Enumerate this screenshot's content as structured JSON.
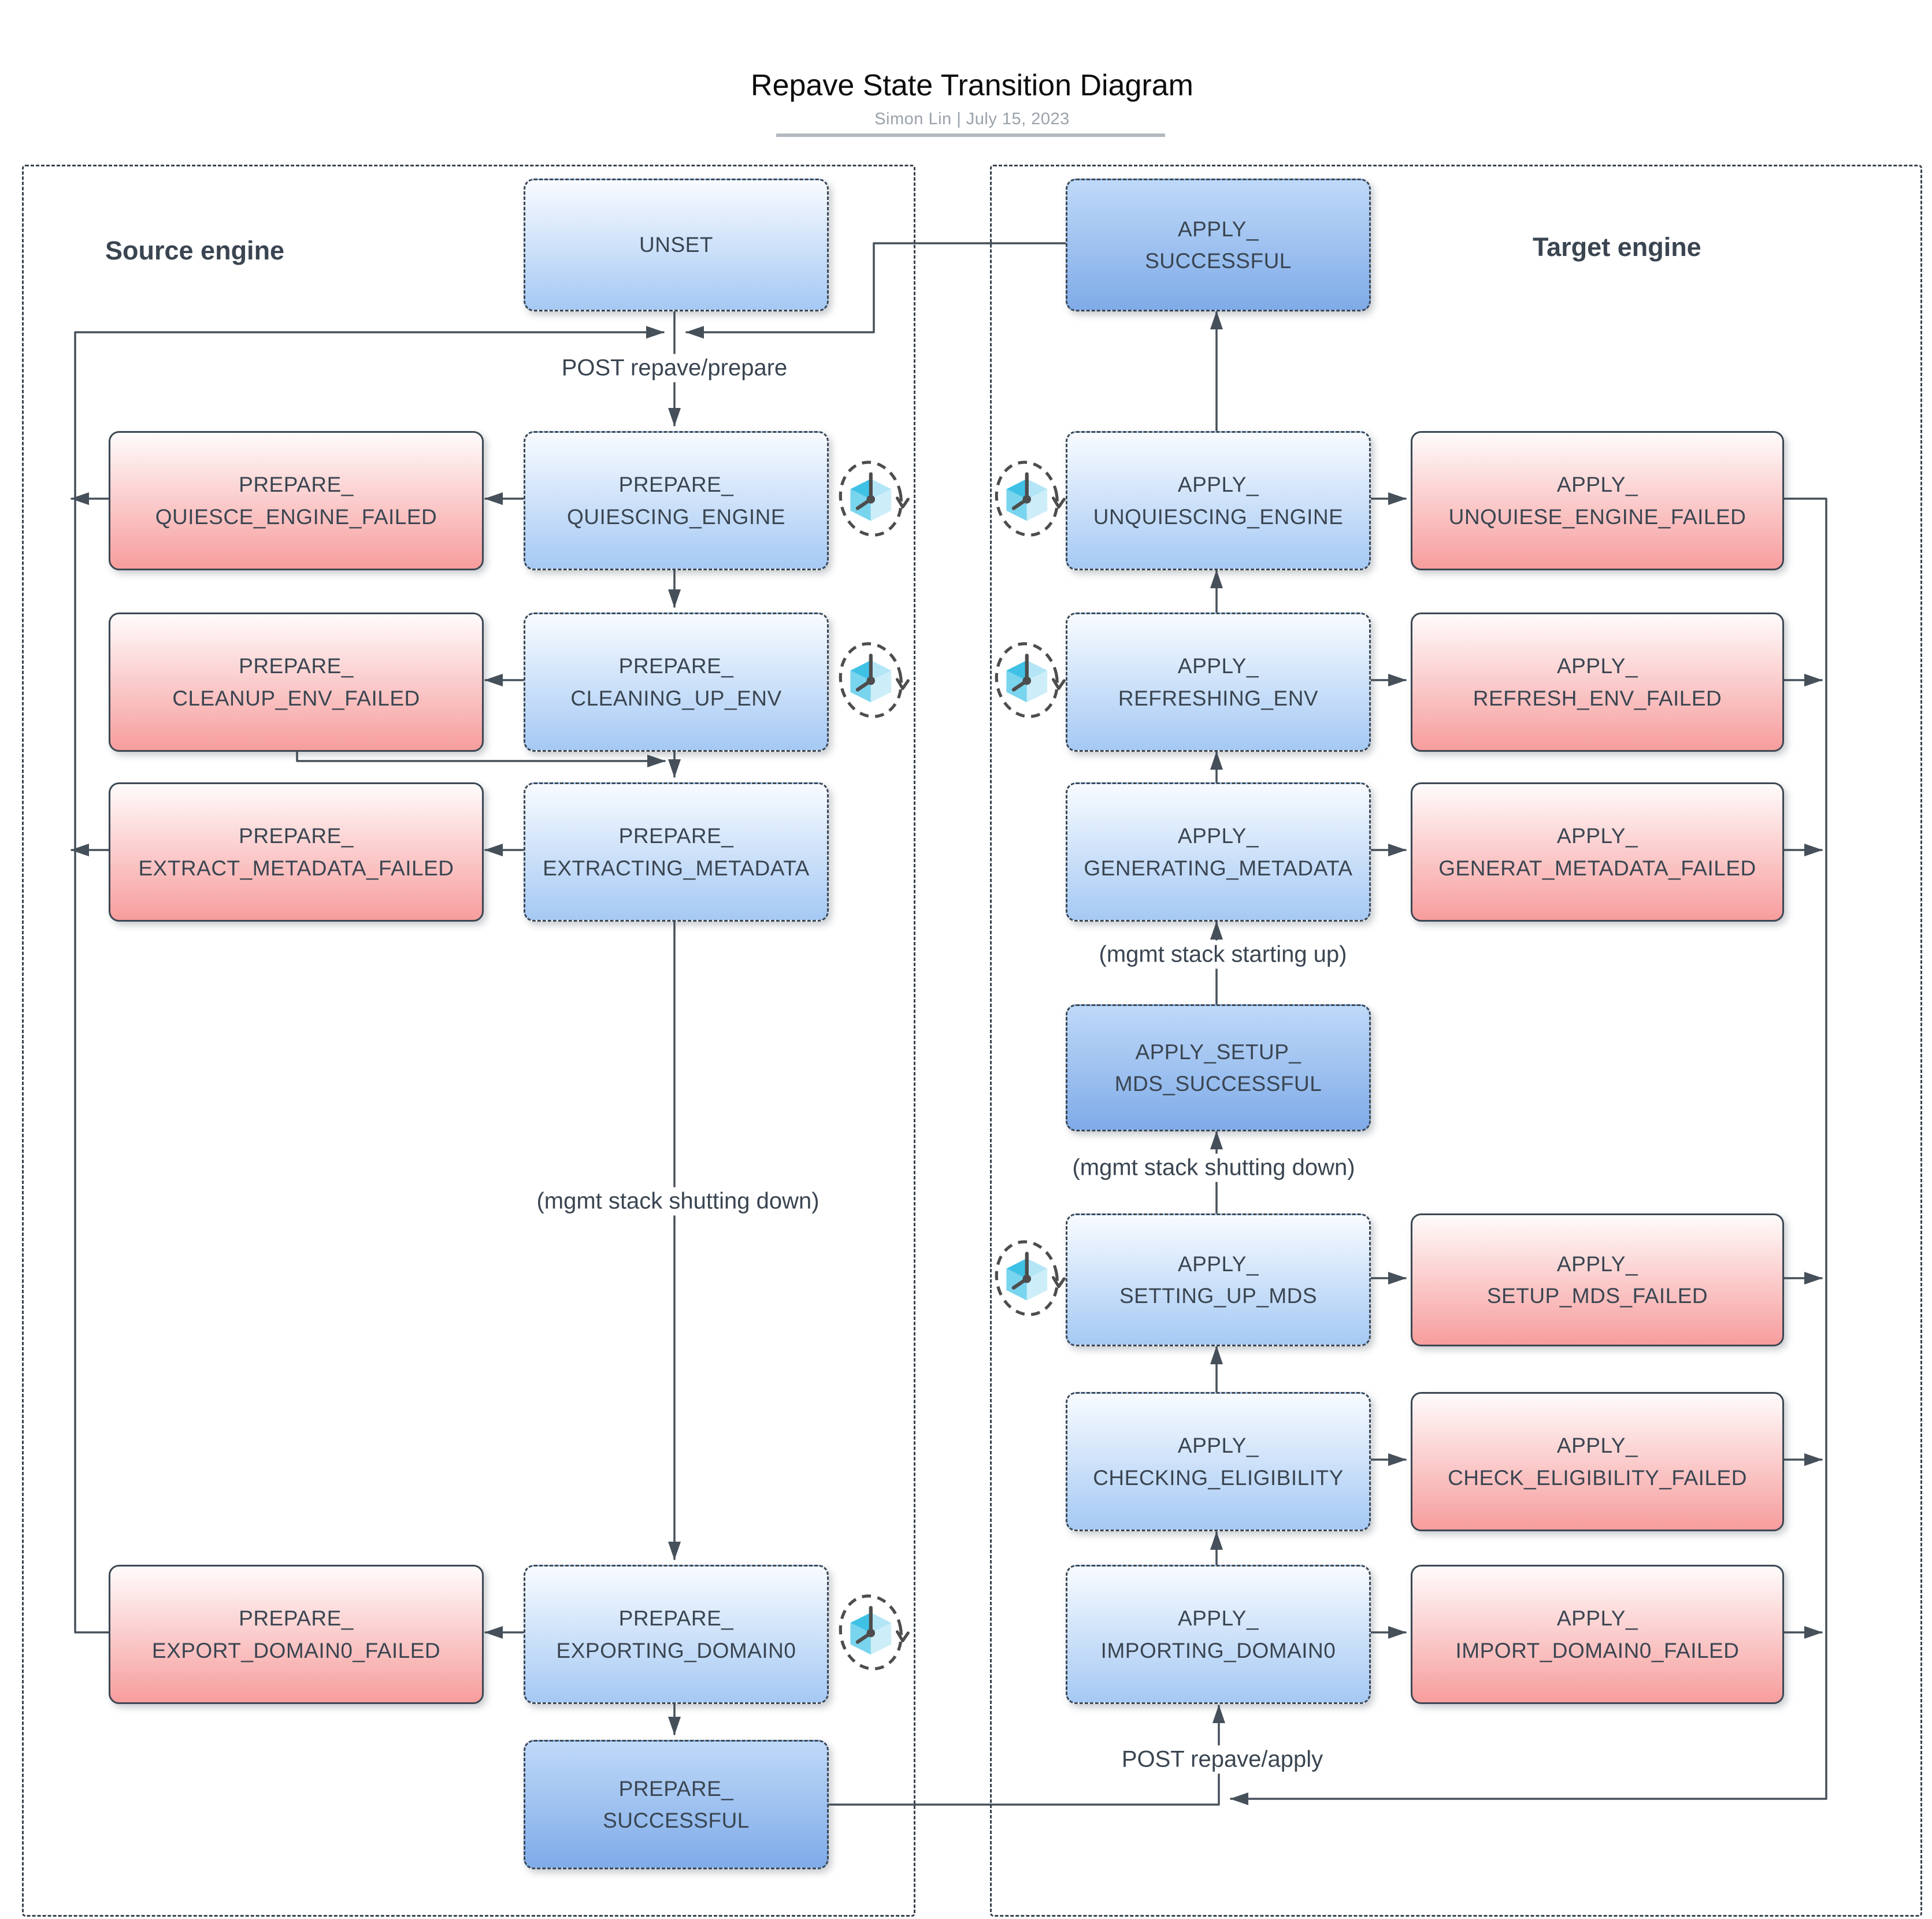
{
  "title": {
    "text": "Repave State Transition Diagram",
    "byline": "Simon Lin  |  July 15, 2023"
  },
  "panels": {
    "source": {
      "label": "Source engine"
    },
    "target": {
      "label": "Target engine"
    }
  },
  "nodes": {
    "unset": {
      "label": "UNSET"
    },
    "prepare_quiescing_engine": {
      "label": "PREPARE_\nQUIESCING_ENGINE"
    },
    "prepare_quiesce_engine_failed": {
      "label": "PREPARE_\nQUIESCE_ENGINE_FAILED"
    },
    "prepare_cleaning_up_env": {
      "label": "PREPARE_\nCLEANING_UP_ENV"
    },
    "prepare_cleanup_env_failed": {
      "label": "PREPARE_\nCLEANUP_ENV_FAILED"
    },
    "prepare_extracting_metadata": {
      "label": "PREPARE_\nEXTRACTING_METADATA"
    },
    "prepare_extract_metadata_failed": {
      "label": "PREPARE_\nEXTRACT_METADATA_FAILED"
    },
    "prepare_exporting_domain0": {
      "label": "PREPARE_\nEXPORTING_DOMAIN0"
    },
    "prepare_export_domain0_failed": {
      "label": "PREPARE_\nEXPORT_DOMAIN0_FAILED"
    },
    "prepare_successful": {
      "label": "PREPARE_\nSUCCESSFUL"
    },
    "apply_successful": {
      "label": "APPLY_\nSUCCESSFUL"
    },
    "apply_unquiescing_engine": {
      "label": "APPLY_\nUNQUIESCING_ENGINE"
    },
    "apply_unquiese_engine_failed": {
      "label": "APPLY_\nUNQUIESE_ENGINE_FAILED"
    },
    "apply_refreshing_env": {
      "label": "APPLY_\nREFRESHING_ENV"
    },
    "apply_refresh_env_failed": {
      "label": "APPLY_\nREFRESH_ENV_FAILED"
    },
    "apply_generating_metadata": {
      "label": "APPLY_\nGENERATING_METADATA"
    },
    "apply_generat_metadata_failed": {
      "label": "APPLY_\nGENERAT_METADATA_FAILED"
    },
    "apply_setup_mds_successful": {
      "label": "APPLY_SETUP_\nMDS_SUCCESSFUL"
    },
    "apply_setting_up_mds": {
      "label": "APPLY_\nSETTING_UP_MDS"
    },
    "apply_setup_mds_failed": {
      "label": "APPLY_\nSETUP_MDS_FAILED"
    },
    "apply_checking_eligibility": {
      "label": "APPLY_\nCHECKING_ELIGIBILITY"
    },
    "apply_check_eligibility_failed": {
      "label": "APPLY_\nCHECK_ELIGIBILITY_FAILED"
    },
    "apply_importing_domain0": {
      "label": "APPLY_\nIMPORTING_DOMAIN0"
    },
    "apply_import_domain0_failed": {
      "label": "APPLY_\nIMPORT_DOMAIN0_FAILED"
    }
  },
  "edge_labels": {
    "post_prepare": "POST repave/prepare",
    "mgmt_shutting_down_source": "(mgmt stack shutting down)",
    "mgmt_starting_up": "(mgmt stack starting up)",
    "mgmt_shutting_down_target": "(mgmt stack shutting down)",
    "post_apply": "POST repave/apply"
  },
  "colors": {
    "text": "#3a4551",
    "line": "#46505a",
    "state_border": "#3c4753",
    "blue_top": "#f8fbff",
    "blue_bottom": "#a5c9f4",
    "success_top": "#bfd9f8",
    "success_bottom": "#7fabe8",
    "failed_top": "#fffbfb",
    "failed_bottom": "#f79d9d",
    "icon_cyan": "#3fc1e6",
    "panel_border": "#39424c"
  }
}
